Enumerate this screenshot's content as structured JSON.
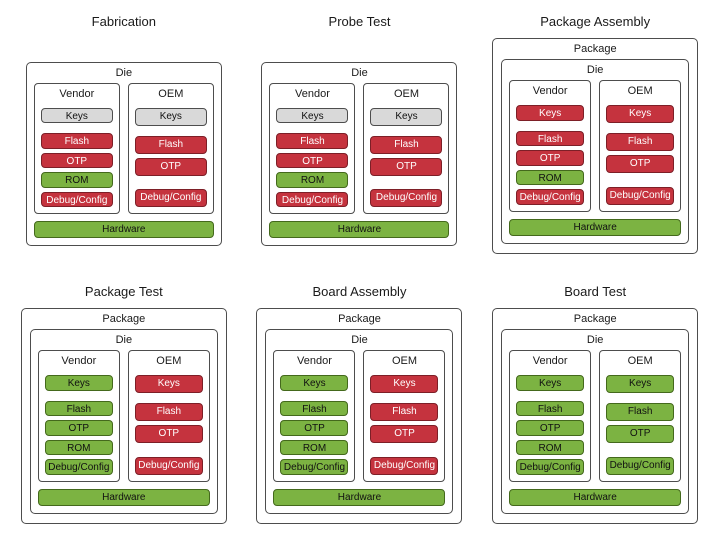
{
  "colors": {
    "red_fill": "#c5333e",
    "red_border": "#7d1f27",
    "green_fill": "#7cb342",
    "green_border": "#44691c",
    "gray_fill": "#d9d9d9",
    "box_border": "#4d4d4d",
    "background": "#ffffff"
  },
  "panels": [
    {
      "title": "Fabrication",
      "die_label": "Die",
      "hardware": {
        "label": "Hardware",
        "state": "green"
      },
      "columns": [
        {
          "label": "Vendor",
          "items": [
            {
              "label": "Keys",
              "state": "gray"
            },
            {
              "label": "Flash",
              "state": "red"
            },
            {
              "label": "OTP",
              "state": "red"
            },
            {
              "label": "ROM",
              "state": "green"
            },
            {
              "label": "Debug/Config",
              "state": "red"
            }
          ]
        },
        {
          "label": "OEM",
          "items": [
            {
              "label": "Keys",
              "state": "gray"
            },
            {
              "label": "Flash",
              "state": "red"
            },
            {
              "label": "OTP",
              "state": "red"
            },
            {
              "label": "Debug/Config",
              "state": "red"
            }
          ]
        }
      ]
    },
    {
      "title": "Probe Test",
      "die_label": "Die",
      "hardware": {
        "label": "Hardware",
        "state": "green"
      },
      "columns": [
        {
          "label": "Vendor",
          "items": [
            {
              "label": "Keys",
              "state": "gray"
            },
            {
              "label": "Flash",
              "state": "red"
            },
            {
              "label": "OTP",
              "state": "red"
            },
            {
              "label": "ROM",
              "state": "green"
            },
            {
              "label": "Debug/Config",
              "state": "red"
            }
          ]
        },
        {
          "label": "OEM",
          "items": [
            {
              "label": "Keys",
              "state": "gray"
            },
            {
              "label": "Flash",
              "state": "red"
            },
            {
              "label": "OTP",
              "state": "red"
            },
            {
              "label": "Debug/Config",
              "state": "red"
            }
          ]
        }
      ]
    },
    {
      "title": "Package Assembly",
      "package_label": "Package",
      "die_label": "Die",
      "hardware": {
        "label": "Hardware",
        "state": "green"
      },
      "columns": [
        {
          "label": "Vendor",
          "items": [
            {
              "label": "Keys",
              "state": "red"
            },
            {
              "label": "Flash",
              "state": "red"
            },
            {
              "label": "OTP",
              "state": "red"
            },
            {
              "label": "ROM",
              "state": "green"
            },
            {
              "label": "Debug/Config",
              "state": "red"
            }
          ]
        },
        {
          "label": "OEM",
          "items": [
            {
              "label": "Keys",
              "state": "red"
            },
            {
              "label": "Flash",
              "state": "red"
            },
            {
              "label": "OTP",
              "state": "red"
            },
            {
              "label": "Debug/Config",
              "state": "red"
            }
          ]
        }
      ]
    },
    {
      "title": "Package Test",
      "package_label": "Package",
      "die_label": "Die",
      "hardware": {
        "label": "Hardware",
        "state": "green"
      },
      "columns": [
        {
          "label": "Vendor",
          "items": [
            {
              "label": "Keys",
              "state": "green"
            },
            {
              "label": "Flash",
              "state": "green"
            },
            {
              "label": "OTP",
              "state": "green"
            },
            {
              "label": "ROM",
              "state": "green"
            },
            {
              "label": "Debug/Config",
              "state": "green"
            }
          ]
        },
        {
          "label": "OEM",
          "items": [
            {
              "label": "Keys",
              "state": "red"
            },
            {
              "label": "Flash",
              "state": "red"
            },
            {
              "label": "OTP",
              "state": "red"
            },
            {
              "label": "Debug/Config",
              "state": "red"
            }
          ]
        }
      ]
    },
    {
      "title": "Board Assembly",
      "package_label": "Package",
      "die_label": "Die",
      "hardware": {
        "label": "Hardware",
        "state": "green"
      },
      "columns": [
        {
          "label": "Vendor",
          "items": [
            {
              "label": "Keys",
              "state": "green"
            },
            {
              "label": "Flash",
              "state": "green"
            },
            {
              "label": "OTP",
              "state": "green"
            },
            {
              "label": "ROM",
              "state": "green"
            },
            {
              "label": "Debug/Config",
              "state": "green"
            }
          ]
        },
        {
          "label": "OEM",
          "items": [
            {
              "label": "Keys",
              "state": "red"
            },
            {
              "label": "Flash",
              "state": "red"
            },
            {
              "label": "OTP",
              "state": "red"
            },
            {
              "label": "Debug/Config",
              "state": "red"
            }
          ]
        }
      ]
    },
    {
      "title": "Board Test",
      "package_label": "Package",
      "die_label": "Die",
      "hardware": {
        "label": "Hardware",
        "state": "green"
      },
      "columns": [
        {
          "label": "Vendor",
          "items": [
            {
              "label": "Keys",
              "state": "green"
            },
            {
              "label": "Flash",
              "state": "green"
            },
            {
              "label": "OTP",
              "state": "green"
            },
            {
              "label": "ROM",
              "state": "green"
            },
            {
              "label": "Debug/Config",
              "state": "green"
            }
          ]
        },
        {
          "label": "OEM",
          "items": [
            {
              "label": "Keys",
              "state": "green"
            },
            {
              "label": "Flash",
              "state": "green"
            },
            {
              "label": "OTP",
              "state": "green"
            },
            {
              "label": "Debug/Config",
              "state": "green"
            }
          ]
        }
      ]
    }
  ]
}
